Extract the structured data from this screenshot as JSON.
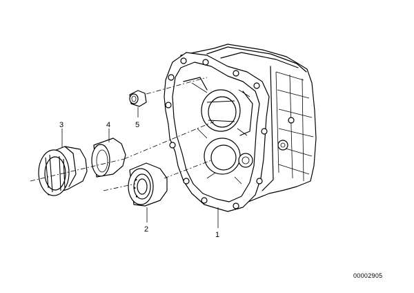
{
  "diagram": {
    "callouts": [
      {
        "id": "part-1",
        "label": "1"
      },
      {
        "id": "part-2",
        "label": "2"
      },
      {
        "id": "part-3",
        "label": "3"
      },
      {
        "id": "part-4",
        "label": "4"
      },
      {
        "id": "part-5",
        "label": "5"
      }
    ],
    "document_code": "00002905",
    "line_color": "#000000",
    "background_color": "#ffffff"
  }
}
